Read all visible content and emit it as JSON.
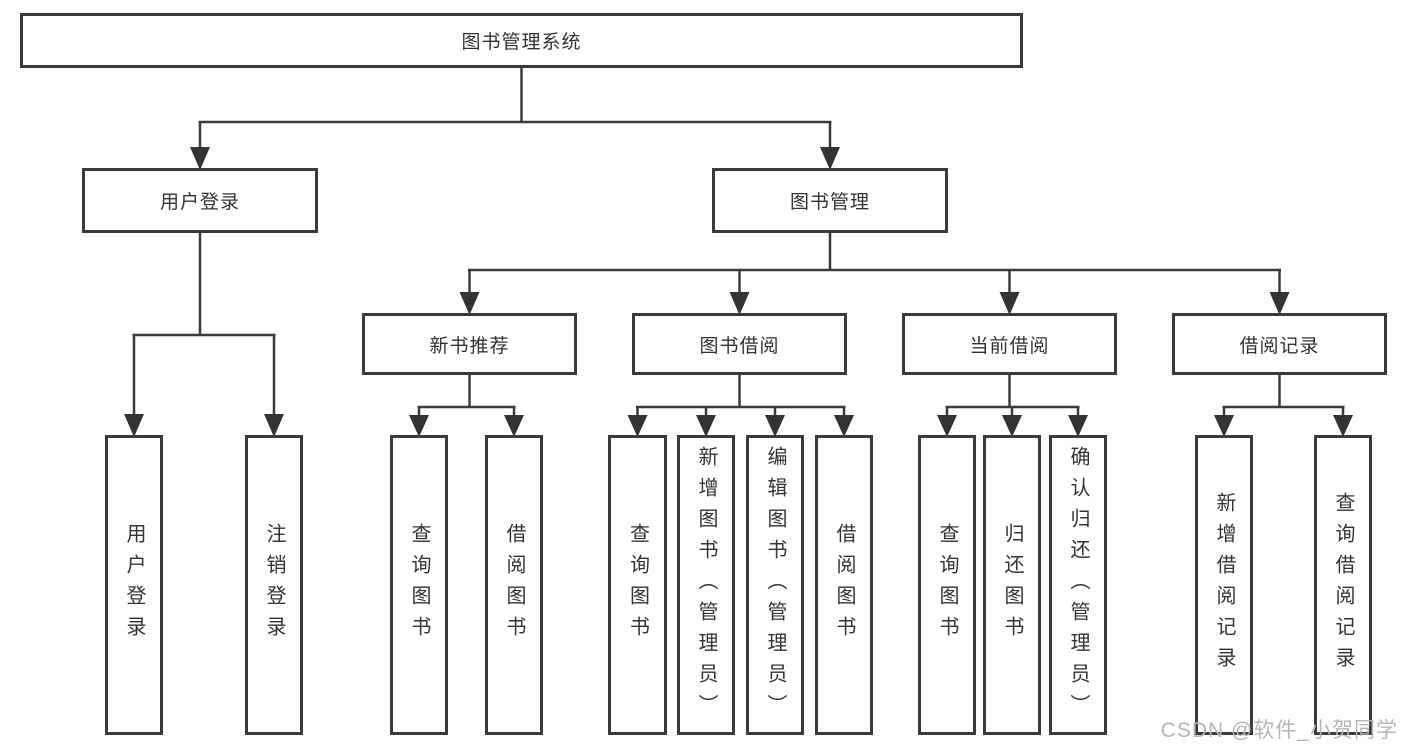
{
  "diagram": {
    "root": {
      "label": "图书管理系统"
    },
    "level2": [
      {
        "label": "用户登录",
        "children": [
          {
            "label": "用户登录"
          },
          {
            "label": "注销登录"
          }
        ]
      },
      {
        "label": "图书管理",
        "children": [
          {
            "label": "新书推荐",
            "children": [
              {
                "label": "查询图书"
              },
              {
                "label": "借阅图书"
              }
            ]
          },
          {
            "label": "图书借阅",
            "children": [
              {
                "label": "查询图书"
              },
              {
                "label": "新增图书（管理员）"
              },
              {
                "label": "编辑图书（管理员）"
              },
              {
                "label": "借阅图书"
              }
            ]
          },
          {
            "label": "当前借阅",
            "children": [
              {
                "label": "查询图书"
              },
              {
                "label": "归还图书"
              },
              {
                "label": "确认归还（管理员）"
              }
            ]
          },
          {
            "label": "借阅记录",
            "children": [
              {
                "label": "新增借阅记录"
              },
              {
                "label": "查询借阅记录"
              }
            ]
          }
        ]
      }
    ]
  },
  "watermark": {
    "text": "CSDN @软件_小贺同学"
  },
  "colors": {
    "line": "#3a3a3a",
    "text": "#333333",
    "box_background": "#ffffff",
    "page_background": "#ffffff",
    "watermark": "#b5b5b5"
  }
}
